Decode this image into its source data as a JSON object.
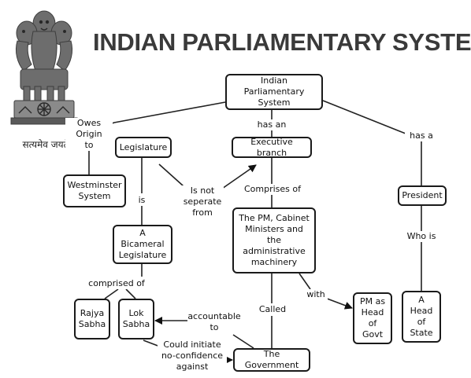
{
  "title": "INDIAN PARLIAMENTARY SYSTEM",
  "emblem": {
    "motto": "सत्यमेव जयते"
  },
  "nodes": {
    "root": "Indian\nParliamentary System",
    "legislature": "Legislature",
    "executive": "Executive branch",
    "westminster": "Westminster\nSystem",
    "president": "President",
    "bicameral": "A Bicameral\nLegislature",
    "cabinet": "The PM, Cabinet\nMinisters and the\nadministrative\nmachinery",
    "rajya": "Rajya\nSabha",
    "lok": "Lok\nSabha",
    "pm": "PM as\nHead of\nGovt",
    "state": "A\nHead of\nState",
    "government": "The Government"
  },
  "labels": {
    "owes_origin": "Owes Origin\nto",
    "has_an": "has an",
    "has_a": "has a",
    "is": "is",
    "not_separate": "Is not\nseperate\nfrom",
    "comprises": "Comprises of",
    "who_is": "Who is",
    "comprised": "comprised of",
    "with": "with",
    "accountable": "accountable\nto",
    "called": "Called",
    "no_confidence": "Could initiate\nno-confidence\nagainst"
  }
}
